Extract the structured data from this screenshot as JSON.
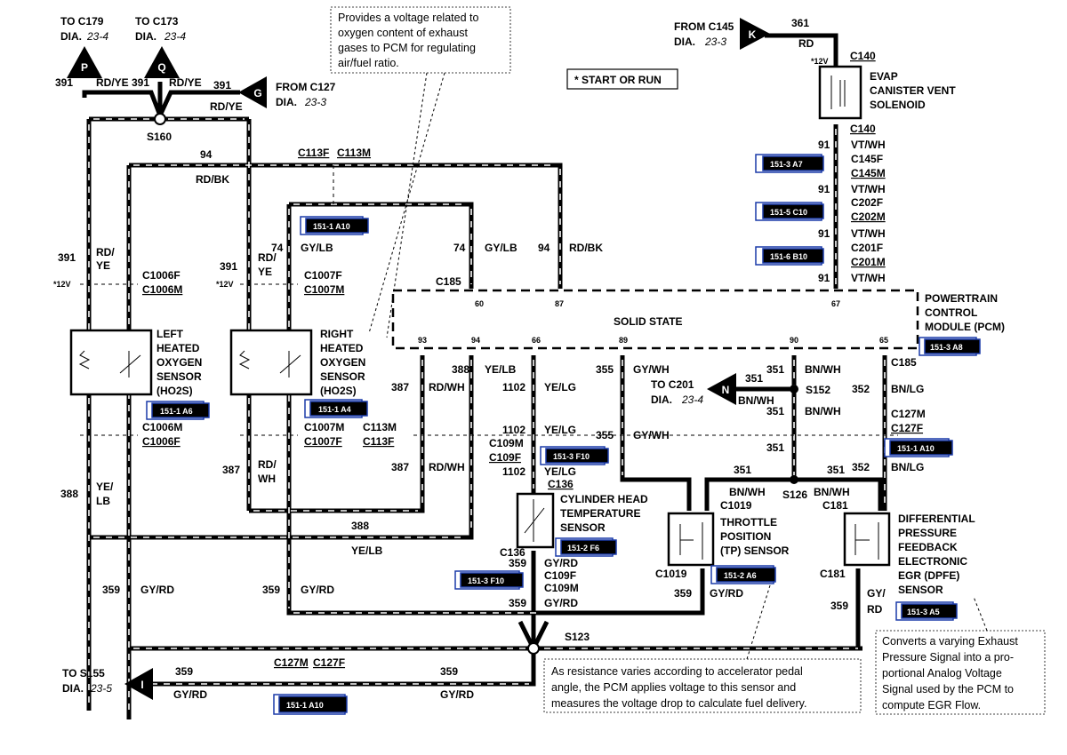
{
  "connectors_top": {
    "p": {
      "letter": "P",
      "to": "TO C179",
      "dia": "DIA.",
      "page": "23-4",
      "circuit": "391",
      "color": "RD/YE"
    },
    "q": {
      "letter": "Q",
      "to": "TO C173",
      "dia": "DIA.",
      "page": "23-4",
      "circuit": "391",
      "color": "RD/YE"
    },
    "g": {
      "letter": "G",
      "from": "FROM C127",
      "dia": "DIA.",
      "page": "23-3",
      "circuit": "391",
      "color": "RD/YE"
    },
    "k": {
      "letter": "K",
      "from": "FROM C145",
      "dia": "DIA.",
      "page": "23-3",
      "circuit": "361",
      "color": "RD"
    }
  },
  "splices": {
    "s160": "S160",
    "s152": "S152",
    "s126": "S126",
    "s123": "S123"
  },
  "notes": {
    "o2_line1": "Provides a voltage related to",
    "o2_line2": "oxygen content of exhaust",
    "o2_line3": "gases to PCM for regulating",
    "o2_line4": "air/fuel ratio.",
    "start_run": "* START OR RUN",
    "tps_line1": "As resistance varies according to accelerator pedal",
    "tps_line2": "angle, the PCM applies voltage to this sensor and",
    "tps_line3": "measures the voltage drop to calculate fuel delivery.",
    "egr_line1": "Converts a varying Exhaust",
    "egr_line2": "Pressure Signal into a pro-",
    "egr_line3": "portional Analog Voltage",
    "egr_line4": "Signal used by the PCM to",
    "egr_line5": "compute EGR Flow."
  },
  "components": {
    "evap": [
      "EVAP",
      "CANISTER VENT",
      "SOLENOID"
    ],
    "pcm": [
      "POWERTRAIN",
      "CONTROL",
      "MODULE (PCM)"
    ],
    "pcm_inner": "SOLID STATE",
    "left_ho2s": [
      "LEFT",
      "HEATED",
      "OXYGEN",
      "SENSOR",
      "(HO2S)"
    ],
    "right_ho2s": [
      "RIGHT",
      "HEATED",
      "OXYGEN",
      "SENSOR",
      "(HO2S)"
    ],
    "cht": [
      "CYLINDER HEAD",
      "TEMPERATURE",
      "SENSOR"
    ],
    "tps": [
      "THROTTLE",
      "POSITION",
      "(TP) SENSOR"
    ],
    "dpfe": [
      "DIFFERENTIAL",
      "PRESSURE",
      "FEEDBACK",
      "ELECTRONIC",
      "EGR (DPFE)",
      "SENSOR"
    ]
  },
  "pcm_pins": [
    "60",
    "87",
    "67",
    "93",
    "94",
    "66",
    "89",
    "90",
    "65"
  ],
  "refs": {
    "a7": "151-3 A7",
    "c10": "151-5 C10",
    "b10": "151-6 B10",
    "a10_top": "151-1 A10",
    "a8": "151-3 A8",
    "a6_left": "151-1 A6",
    "a4": "151-1 A4",
    "f10_cht": "151-3 F10",
    "f6": "151-2 F6",
    "f10_low": "151-3 F10",
    "a6_tps": "151-2 A6",
    "a10_right": "151-1 A10",
    "a5": "151-3 A5",
    "a10_bottom": "151-1 A10"
  },
  "labels": {
    "c140a": "C140",
    "c140b": "C140",
    "v12_evap": "*12V",
    "n91a": "91",
    "vtwh_a": "VT/WH",
    "c145f": "C145F",
    "c145m": "C145M",
    "n91b": "91",
    "vtwh_b": "VT/WH",
    "c202f": "C202F",
    "c202m": "C202M",
    "n91c": "91",
    "vtwh_c": "VT/WH",
    "c201f": "C201F",
    "c201m": "C201M",
    "n91d": "91",
    "vtwh_d": "VT/WH",
    "n94": "94",
    "rdbk": "RD/BK",
    "c113f_top": "C113F",
    "c113m_top": "C113M",
    "n74a": "74",
    "gylb_a": "GY/LB",
    "n74b": "74",
    "gylb_b": "GY/LB",
    "n94b": "94",
    "rdbk_b": "RD/BK",
    "c185": "C185",
    "n391_left": "391",
    "rd_l": "RD/",
    "ye_l": "YE",
    "v12_l": "*12V",
    "c1006f": "C1006F",
    "c1006m": "C1006M",
    "n391_right": "391",
    "rd_r": "RD/",
    "ye_r": "YE",
    "v12_r": "*12V",
    "c1007f": "C1007F",
    "c1007m": "C1007M",
    "c1006m_b": "C1006M",
    "c1006f_b": "C1006F",
    "c1007m_b": "C1007M",
    "c1007f_b": "C1007F",
    "n388_l": "388",
    "yelb_l1": "YE/",
    "yelb_l2": "LB",
    "n387_l": "387",
    "rdwh_l1": "RD/",
    "rdwh_l2": "WH",
    "n387a": "387",
    "rdwh_a": "RD/WH",
    "c113m_mid": "C113M",
    "c113f_mid": "C113F",
    "n387b": "387",
    "rdwh_b": "RD/WH",
    "n388a": "388",
    "yelb_a": "YE/LB",
    "n388b": "388",
    "yelb_b": "YE/LB",
    "n1102a": "1102",
    "yelg_a": "YE/LG",
    "n1102b": "1102",
    "yelg_b": "YE/LG",
    "c109m": "C109M",
    "c109f": "C109F",
    "n1102c": "1102",
    "yelg_c": "YE/LG",
    "c136a": "C136",
    "c136b": "C136",
    "n359_cht": "359",
    "gyrd_cht": "GY/RD",
    "c109f_b": "C109F",
    "c109m_b": "C109M",
    "n359_cht2": "359",
    "gyrd_cht2": "GY/RD",
    "n355a": "355",
    "gywh_a": "GY/WH",
    "n355b": "355",
    "gywh_b": "GY/WH",
    "to_c201": "TO C201",
    "dia_c201": "DIA.",
    "page_c201": "23-4",
    "n_letter": "N",
    "n351_n": "351",
    "bnwh_n": "BN/WH",
    "n351a": "351",
    "bnwh_a": "BN/WH",
    "n351b": "351",
    "bnwh_b": "BN/WH",
    "n351c": "351",
    "n351d": "351",
    "bnwh_d": "BN/WH",
    "c1019a": "C1019",
    "n351e": "351",
    "bnwh_e": "BN/WH",
    "c181a": "C181",
    "n352a": "352",
    "bnlg_a": "BN/LG",
    "c127m": "C127M",
    "c127f": "C127F",
    "n352b": "352",
    "bnlg_b": "BN/LG",
    "c1019b": "C1019",
    "n359_tps": "359",
    "gyrd_tps": "GY/RD",
    "c181b": "C181",
    "n359_egr": "359",
    "gy_egr": "GY/",
    "rd_egr": "RD",
    "n359_l": "359",
    "gyrd_l": "GY/RD",
    "n359_r": "359",
    "gyrd_r": "GY/RD",
    "to_s155": "TO S155",
    "dia_s155": "DIA.",
    "page_s155": "23-5",
    "i_letter": "I",
    "n359_bl": "359",
    "gyrd_bl": "GY/RD",
    "c127m_b": "C127M",
    "c127f_b": "C127F",
    "n359_br": "359",
    "gyrd_br": "GY/RD"
  }
}
